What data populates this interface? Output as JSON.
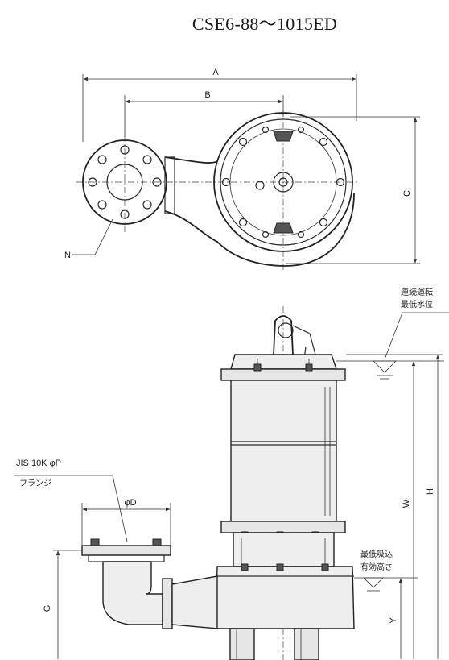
{
  "title": "CSE6-88～1015ED",
  "dimension_labels": {
    "a": "A",
    "b": "B",
    "c": "C",
    "n": "N",
    "d": "φD",
    "g": "G",
    "w": "W",
    "h": "H",
    "y": "Y"
  },
  "notes": {
    "flange_line1": "JIS 10K φP",
    "flange_line2": "フランジ",
    "continuous_level_line1": "連続運転",
    "continuous_level_line2": "最低水位",
    "suction_line1": "最低吸込",
    "suction_line2": "有効高さ"
  }
}
